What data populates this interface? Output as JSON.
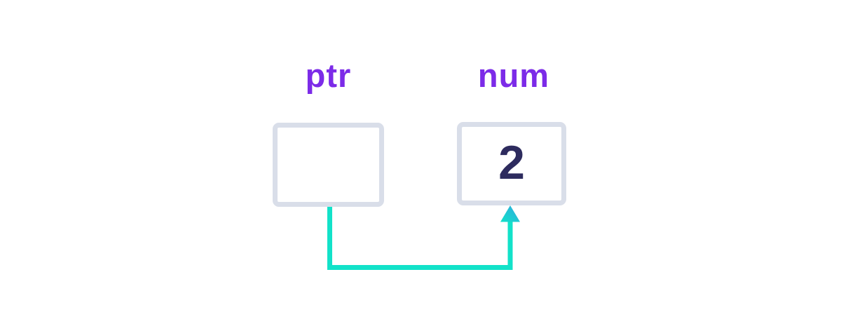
{
  "diagram": {
    "pointer_variable": {
      "label": "ptr",
      "value": ""
    },
    "value_variable": {
      "label": "num",
      "value": "2"
    },
    "arrow": {
      "from": "ptr",
      "to": "num"
    }
  },
  "colors": {
    "label_purple": "#7C2BE8",
    "box_border": "#D9DEE9",
    "value_navy": "#2D2B5E",
    "arrow_teal": "#12E2C9",
    "arrow_head_blue": "#2FA9DE",
    "background": "#FFFFFF"
  }
}
